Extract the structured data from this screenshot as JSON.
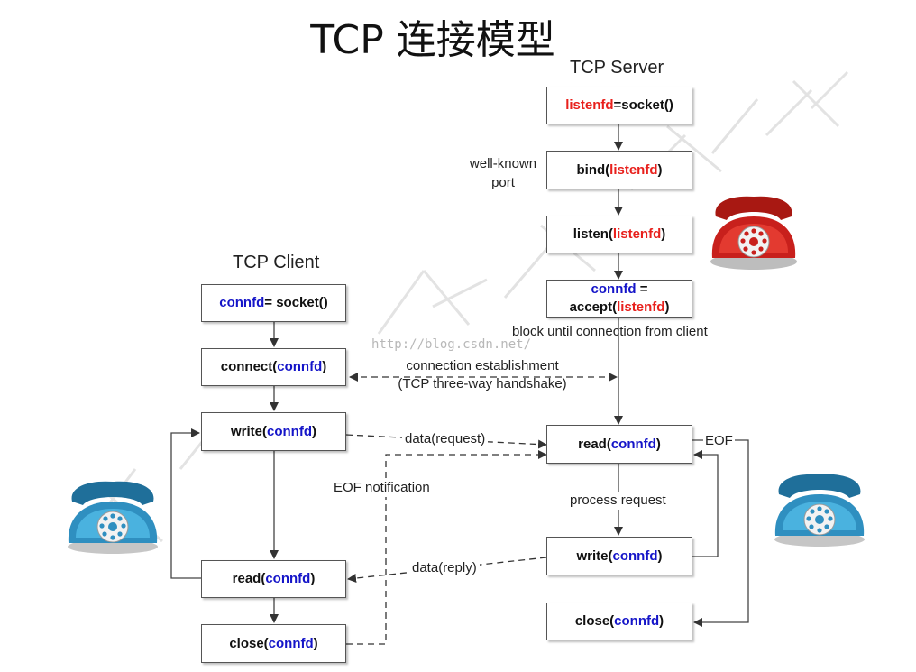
{
  "title": "TCP 连接模型",
  "server": {
    "heading": "TCP Server",
    "socket_var": "listenfd",
    "socket_call": " =socket()",
    "bind_fn": "bind(",
    "bind_arg": "listenfd",
    "bind_close": ")",
    "listen_fn": "listen(",
    "listen_arg": "listenfd",
    "listen_close": ")",
    "accept_var": "connfd",
    "accept_eq": " =",
    "accept_fn": "accept(",
    "accept_arg": "listenfd",
    "accept_close": ")",
    "read_fn": "read(",
    "read_arg": "connfd",
    "read_close": ")",
    "write_fn": "write(",
    "write_arg": "connfd",
    "write_close": ")",
    "close_fn": "close(",
    "close_arg": "connfd",
    "close_close": ")"
  },
  "client": {
    "heading": "TCP Client",
    "socket_var": "connfd",
    "socket_call": " = socket()",
    "connect_fn": "connect(",
    "connect_arg": "connfd",
    "connect_close": ")",
    "write_fn": "write(",
    "write_arg": "connfd",
    "write_close": ")",
    "read_fn": "read(",
    "read_arg": "connfd",
    "read_close": ")",
    "close_fn": "close(",
    "close_arg": "connfd",
    "close_close": ")"
  },
  "labels": {
    "well_known_1": "well-known",
    "well_known_2": "port",
    "block_until": "block until connection from client",
    "conn_est_1": "connection establishment",
    "conn_est_2": "(TCP three-way handshake)",
    "data_request": "data(request)",
    "data_reply": "data(reply)",
    "eof_notification": "EOF notification",
    "process_request": "process request",
    "eof": "EOF"
  },
  "watermark": {
    "url": "http://blog.csdn.net/"
  },
  "colors": {
    "red": "#e8201c",
    "blue": "#1414c8",
    "phone_red": "#c8201c",
    "phone_blue": "#3aa8d8"
  }
}
